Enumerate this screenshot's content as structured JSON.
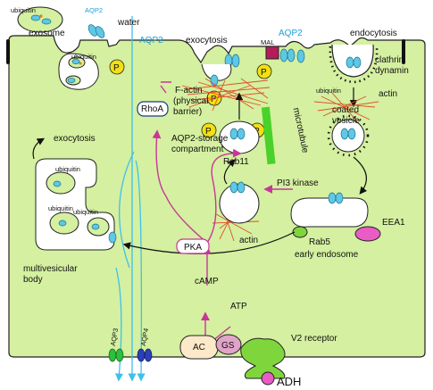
{
  "labels": {
    "aqp2_top": "AQP2",
    "water": "water",
    "aqp2_exo": "AQP2",
    "aqp2_mal": "AQP2",
    "exosome": "exosome",
    "ubiquitin_1": "ubiquitin",
    "ubiquitin_2": "ubiquitin",
    "exocytosis_top": "exocytosis",
    "mal": "MAL",
    "endocytosis": "endocytosis",
    "clathrin": "clathrin",
    "dynamin": "dynamin",
    "ubiquitin_endo": "ubiquitin",
    "actin_top": "actin",
    "f_actin_1": "F-actin",
    "f_actin_2": "(physical",
    "f_actin_3": "barrier)",
    "rhoa": "RhoA",
    "microtubule": "microtubule",
    "coated_vesicle_1": "coated",
    "coated_vesicle_2": "vesicle",
    "exocytosis_left": "exocytosis",
    "storage_1": "AQP2-storage",
    "storage_2": "compartment",
    "rab11": "Rab11",
    "pi3k": "PI3 kinase",
    "ubiquitin_mvb_1": "ubiquitin",
    "ubiquitin_mvb_2": "ubiquitin",
    "ubiquitin_mvb_3": "ubiquitin",
    "eea1": "EEA1",
    "rab5": "Rab5",
    "early_endosome": "early endosome",
    "actin_mid": "actin",
    "pka": "PKA",
    "mvb_1": "multivesicular",
    "mvb_2": "body",
    "camp": "cAMP",
    "atp": "ATP",
    "ac": "AC",
    "gs": "GS",
    "v2": "V2 receptor",
    "aqp3": "AQP3",
    "aqp4": "AQP4",
    "adh": "ADH",
    "p": "P"
  },
  "colors": {
    "cytoplasm": "#d4f0a0",
    "aqp2": "#5ec8e6",
    "water": "#3fc0ec",
    "pathway": "#c8369a",
    "actin": "#e0502a",
    "microtubule": "#4ad12a",
    "p_marker": "#f2e012",
    "receptor": "#7fd63c",
    "adh": "#e85cc4",
    "aqp3": "#2bbf3c",
    "aqp4": "#2a3fb8"
  }
}
